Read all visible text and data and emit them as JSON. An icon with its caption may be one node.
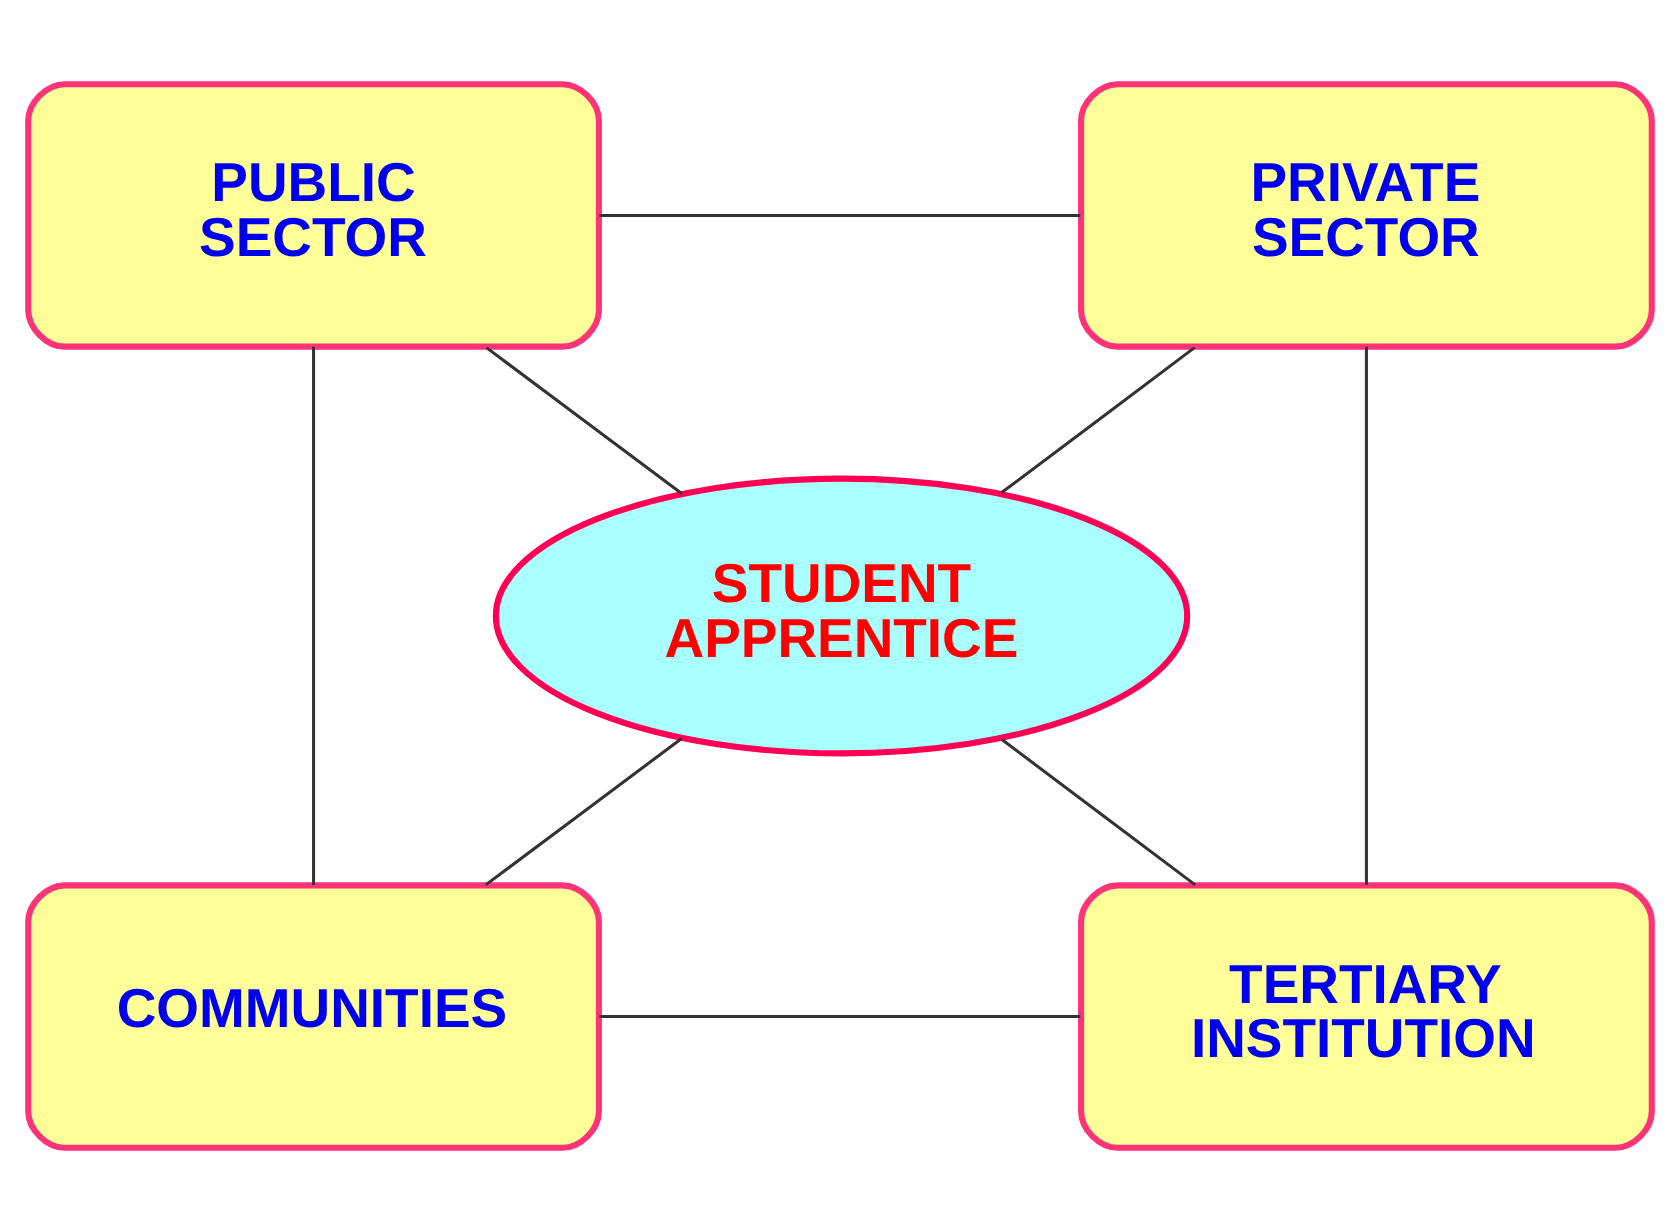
{
  "diagram": {
    "nodes": [
      {
        "text": [
          "PUBLIC SECTOR"
        ]
      },
      {
        "text": [
          "PRIVATE SECTOR"
        ]
      },
      {
        "text": [
          "STUDENT APPRENTICE"
        ]
      },
      {
        "text": [
          "COMMUNITIES"
        ]
      },
      {
        "text": [
          "TERTIARY INSTITUTION"
        ]
      }
    ],
    "edges": [
      {
        "from": 0,
        "to": 1,
        "arrow": "none"
      },
      {
        "from": 0,
        "to": 2,
        "arrow": "none"
      },
      {
        "from": 1,
        "to": 2,
        "arrow": "none"
      },
      {
        "from": 0,
        "to": 3,
        "arrow": "none"
      },
      {
        "from": 1,
        "to": 4,
        "arrow": "none"
      },
      {
        "from": 2,
        "to": 3,
        "arrow": "none"
      },
      {
        "from": 2,
        "to": 4,
        "arrow": "none"
      },
      {
        "from": 3,
        "to": 4,
        "arrow": "none"
      }
    ]
  }
}
